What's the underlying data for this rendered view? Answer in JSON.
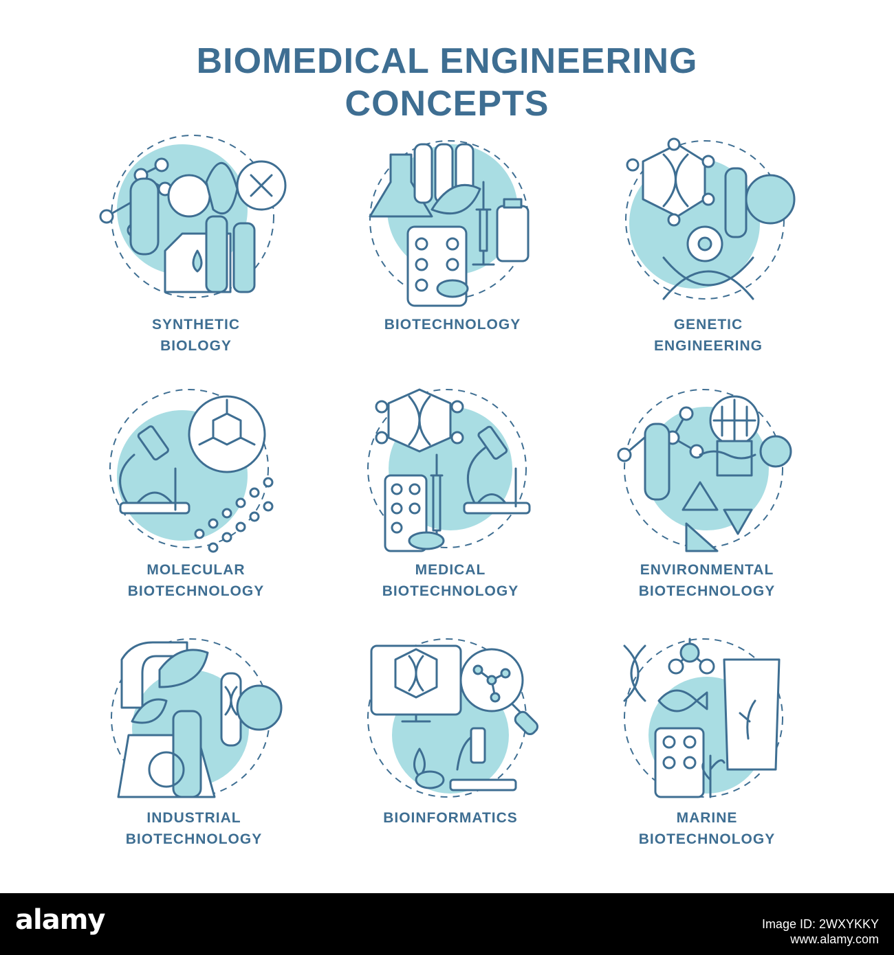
{
  "title": {
    "line1": "BIOMEDICAL ENGINEERING",
    "line2": "CONCEPTS"
  },
  "colors": {
    "primary": "#3e6e92",
    "accent": "#a9dde3",
    "background": "#ffffff",
    "footer": "#000000"
  },
  "items": [
    {
      "line1": "SYNTHETIC",
      "line2": "BIOLOGY",
      "icon": "synthetic-biology-icon"
    },
    {
      "line1": "BIOTECHNOLOGY",
      "line2": "",
      "icon": "biotechnology-icon"
    },
    {
      "line1": "GENETIC",
      "line2": "ENGINEERING",
      "icon": "genetic-engineering-icon"
    },
    {
      "line1": "MOLECULAR",
      "line2": "BIOTECHNOLOGY",
      "icon": "molecular-biotechnology-icon"
    },
    {
      "line1": "MEDICAL",
      "line2": "BIOTECHNOLOGY",
      "icon": "medical-biotechnology-icon"
    },
    {
      "line1": "ENVIRONMENTAL",
      "line2": "BIOTECHNOLOGY",
      "icon": "environmental-biotechnology-icon"
    },
    {
      "line1": "INDUSTRIAL",
      "line2": "BIOTECHNOLOGY",
      "icon": "industrial-biotechnology-icon"
    },
    {
      "line1": "BIOINFORMATICS",
      "line2": "",
      "icon": "bioinformatics-icon"
    },
    {
      "line1": "MARINE",
      "line2": "BIOTECHNOLOGY",
      "icon": "marine-biotechnology-icon"
    }
  ],
  "footer": {
    "brand": "alamy",
    "image_id": "Image ID: 2WXYKKY",
    "site": "www.alamy.com"
  }
}
